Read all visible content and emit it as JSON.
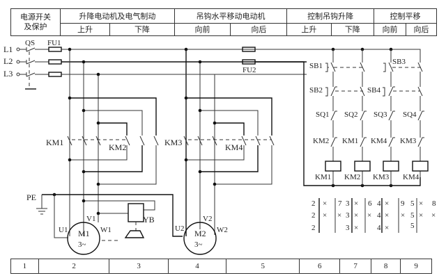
{
  "header": {
    "sections": [
      {
        "title": "电源开关\n及保护",
        "subs": []
      },
      {
        "title": "升降电动机及电气制动",
        "subs": [
          "上升",
          "下降"
        ]
      },
      {
        "title": "吊钩水平移动电动机",
        "subs": [
          "向前",
          "向后"
        ]
      },
      {
        "title": "控制吊钩升降",
        "subs": [
          "上升",
          "下降"
        ]
      },
      {
        "title": "控制平移",
        "subs": [
          "向前",
          "向后"
        ]
      }
    ],
    "power_title_line1": "电源开关",
    "power_title_line2": "及保护"
  },
  "labels": {
    "lines": [
      "L1",
      "L2",
      "L3"
    ],
    "qs": "QS",
    "fu1": "FU1",
    "fu2": "FU2",
    "pe": "PE",
    "km1": "KM1",
    "km2": "KM2",
    "km3": "KM3",
    "km4": "KM4",
    "motor1": {
      "name": "M1",
      "phase": "3~",
      "u": "U1",
      "v": "V1",
      "w": "W1"
    },
    "motor2": {
      "name": "M2",
      "phase": "3~",
      "u": "U2",
      "v": "V2",
      "w": "W2"
    },
    "yb": "YB",
    "sb1": "SB1",
    "sb2": "SB2",
    "sb3": "SB3",
    "sb4": "SB4",
    "sq": [
      "SQ1",
      "SQ2",
      "SQ3",
      "SQ4"
    ],
    "interlock": [
      "KM2",
      "KM1",
      "KM4",
      "KM3"
    ],
    "coils": [
      "KM1",
      "KM2",
      "KM3",
      "KM4"
    ]
  },
  "contact_table": {
    "columns": [
      {
        "rows": [
          "2",
          "2",
          "2"
        ],
        "marks": [
          "×",
          "×",
          ""
        ]
      },
      {
        "rows": [
          "7",
          "×",
          ""
        ],
        "marks": []
      },
      {
        "rows": [
          "3",
          "3",
          "3"
        ],
        "marks": [
          "×",
          "×",
          "×"
        ]
      },
      {
        "rows": [
          "6",
          "×",
          ""
        ],
        "marks": []
      },
      {
        "rows": [
          "4",
          "4",
          "4"
        ],
        "marks": [
          "×",
          "×",
          "×"
        ]
      },
      {
        "rows": [
          "9",
          "×",
          ""
        ],
        "marks": []
      },
      {
        "rows": [
          "5",
          "5",
          "5"
        ],
        "marks": [
          "×",
          "×",
          ""
        ]
      },
      {
        "rows": [
          "8",
          "×",
          ""
        ],
        "marks": []
      }
    ]
  },
  "footer": {
    "zones": [
      "1",
      "2",
      "3",
      "4",
      "5",
      "6",
      "7",
      "8",
      "9"
    ]
  }
}
